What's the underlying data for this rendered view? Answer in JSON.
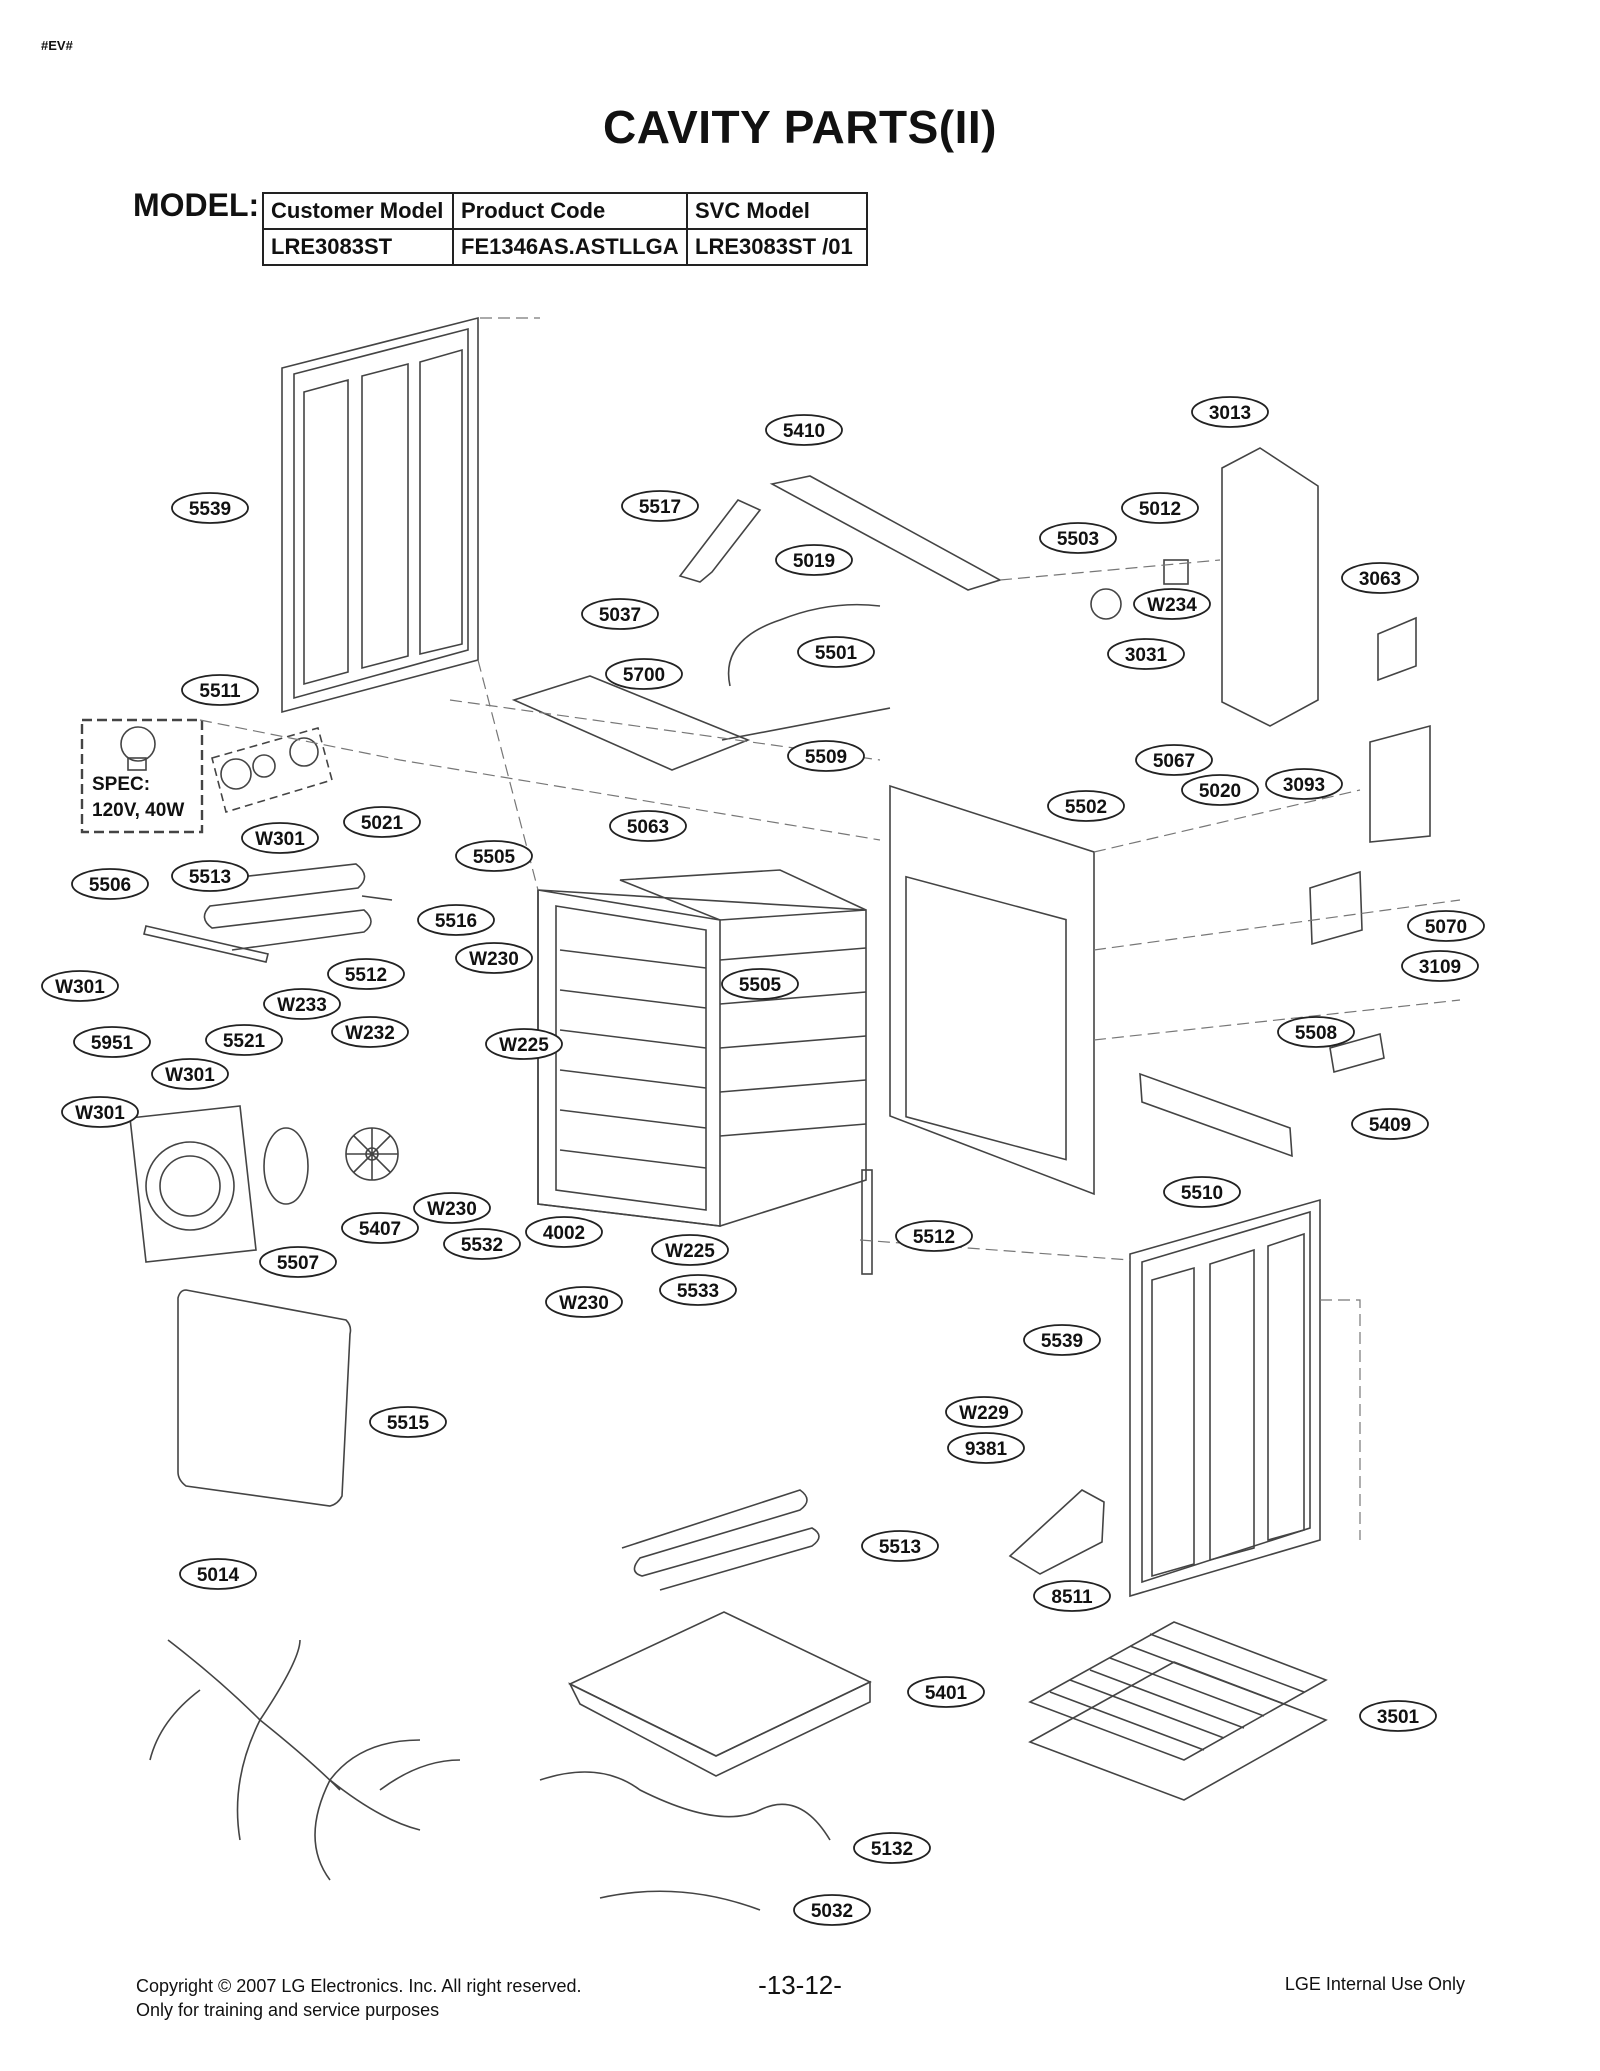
{
  "header": {
    "tag": "#EV#",
    "title": "CAVITY PARTS(II)"
  },
  "model_table": {
    "label": "MODEL:",
    "headers": [
      "Customer Model",
      "Product Code",
      "SVC Model"
    ],
    "row": [
      "LRE3083ST",
      "FE1346AS.ASTLLGA",
      "LRE3083ST /01"
    ]
  },
  "spec": {
    "line1": "SPEC:",
    "line2": "120V, 40W"
  },
  "parts": [
    "5539",
    "5410",
    "3013",
    "5517",
    "5012",
    "5503",
    "5019",
    "3063",
    "W234",
    "5037",
    "5501",
    "3031",
    "5700",
    "5511",
    "5509",
    "5067",
    "5020",
    "3093",
    "W301",
    "5021",
    "5505",
    "5063",
    "5502",
    "5506",
    "5513",
    "5516",
    "5070",
    "W230",
    "3109",
    "W301",
    "5512",
    "5505",
    "W233",
    "W232",
    "5508",
    "5951",
    "5521",
    "W225",
    "W301",
    "W301",
    "5409",
    "5510",
    "W230",
    "4002",
    "5407",
    "5532",
    "W225",
    "5512",
    "5507",
    "5533",
    "W230",
    "5539",
    "5515",
    "W229",
    "9381",
    "5513",
    "5014",
    "8511",
    "5401",
    "3501",
    "5132",
    "5032"
  ],
  "footer": {
    "copyright": "Copyright © 2007 LG Electronics. Inc. All right reserved.",
    "purpose": "Only for training and service purposes",
    "page_number": "-13-12-",
    "internal": "LGE Internal Use Only"
  }
}
